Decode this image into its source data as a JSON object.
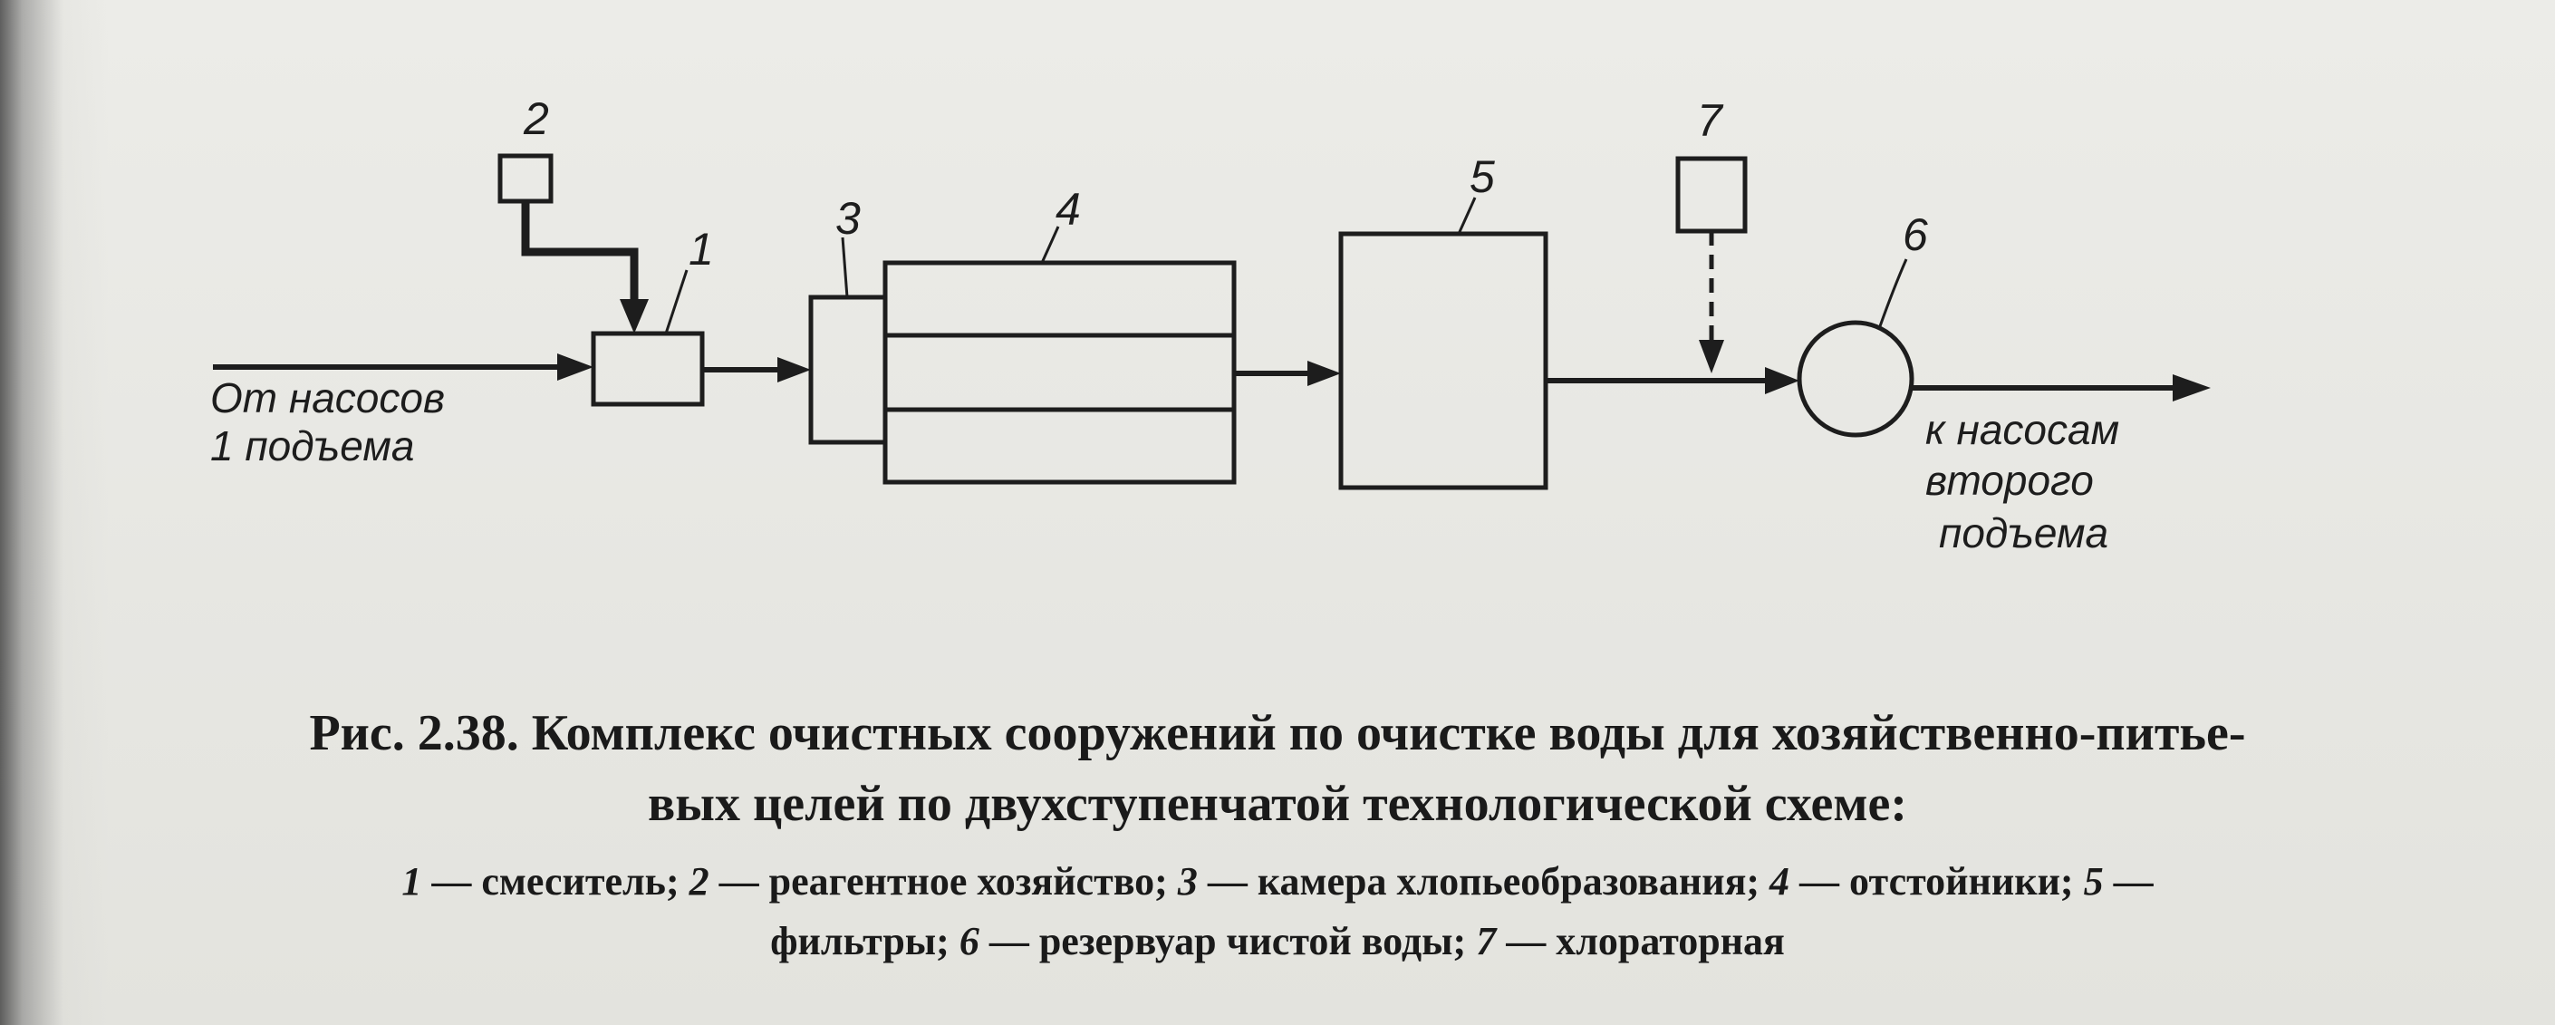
{
  "diagram": {
    "items": [
      {
        "id": "1",
        "name": "смеситель"
      },
      {
        "id": "2",
        "name": "реагентное хозяйство"
      },
      {
        "id": "3",
        "name": "камера хлопьеобразования"
      },
      {
        "id": "4",
        "name": "отстойники"
      },
      {
        "id": "5",
        "name": "фильтры"
      },
      {
        "id": "6",
        "name": "резервуар чистой воды"
      },
      {
        "id": "7",
        "name": "хлораторная"
      }
    ],
    "input_label": [
      "От насосов",
      "1 подъема"
    ],
    "output_label": [
      "к насосам",
      "второго",
      "подъема"
    ]
  },
  "caption": {
    "title_line1": "Рис. 2.38. Комплекс очистных сооружений по очистке воды для хозяйственно-питье-",
    "title_line2": "вых целей по двухступенчатой технологической схеме:",
    "legend_sep": " — ",
    "legend_delim": "; "
  }
}
